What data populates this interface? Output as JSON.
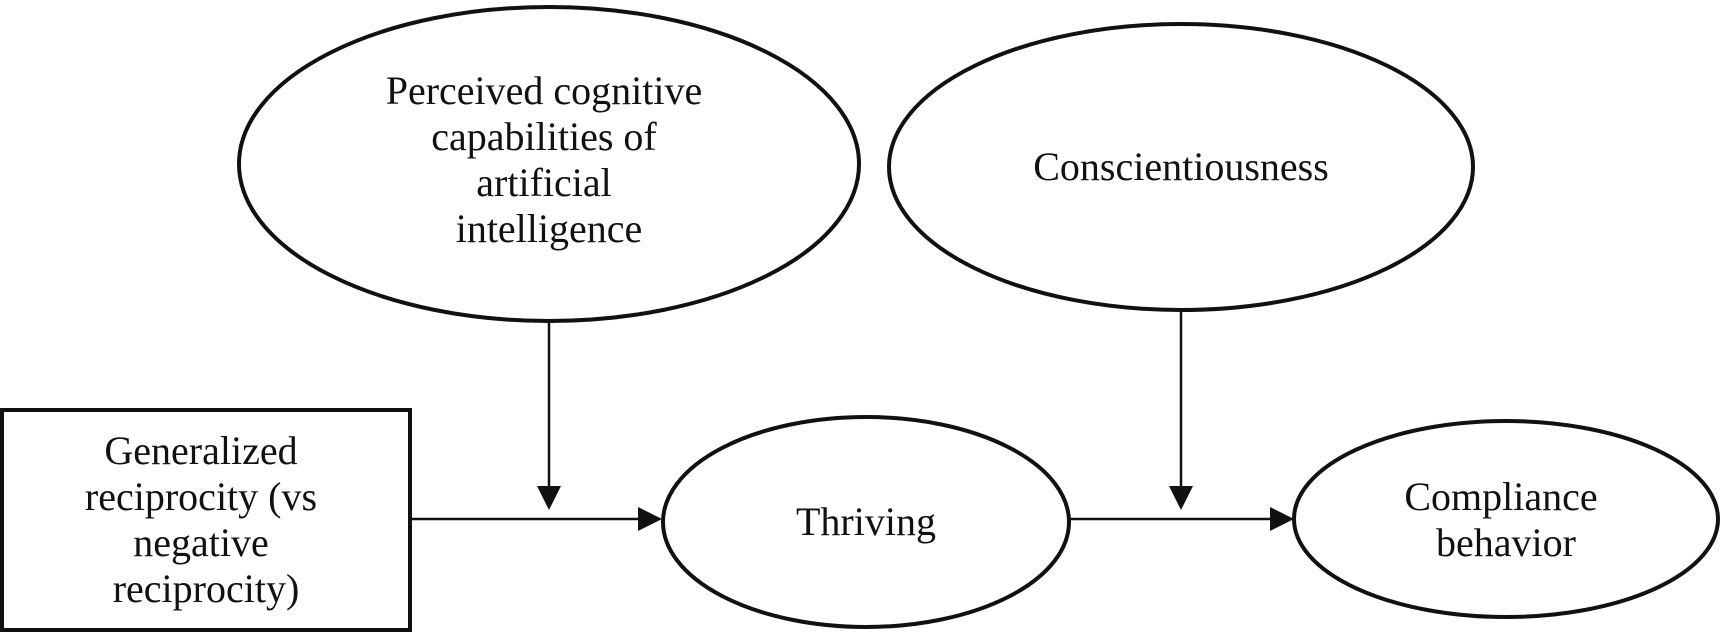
{
  "diagram": {
    "nodes": {
      "ai_capabilities": {
        "lines": [
          "Perceived cognitive",
          "capabilities of",
          "artificial",
          "intelligence"
        ]
      },
      "conscientiousness": {
        "lines": [
          "Conscientiousness"
        ]
      },
      "reciprocity": {
        "lines": [
          "Generalized",
          "reciprocity (vs",
          "negative",
          "reciprocity)"
        ]
      },
      "thriving": {
        "lines": [
          "Thriving"
        ]
      },
      "compliance": {
        "lines": [
          "Compliance",
          "behavior"
        ]
      }
    },
    "edges": [
      {
        "from": "reciprocity",
        "to": "thriving"
      },
      {
        "from": "thriving",
        "to": "compliance"
      },
      {
        "from": "ai_capabilities",
        "to": "reciprocity-thriving-path"
      },
      {
        "from": "conscientiousness",
        "to": "thriving-compliance-path"
      }
    ],
    "colors": {
      "stroke": "#111111",
      "background": "#ffffff"
    }
  }
}
